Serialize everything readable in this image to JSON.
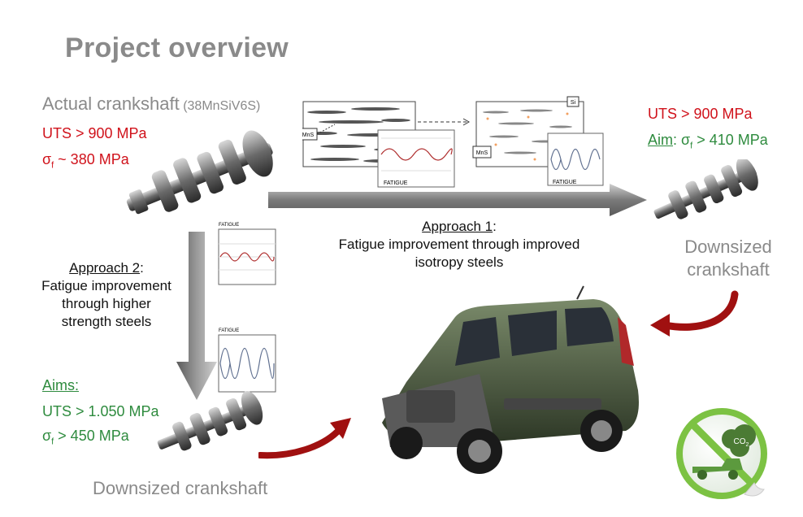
{
  "title": "Project overview",
  "actual": {
    "label": "Actual crankshaft",
    "material": "(38MnSiV6S)",
    "uts": "UTS > 900 MPa",
    "sigma_sym": "σ",
    "sigma_sub": "f",
    "sigma_rest": " ~ 380 MPa"
  },
  "right_spec": {
    "uts": "UTS > 900 MPa",
    "aim_word": "Aim",
    "sigma_sym": ": σ",
    "sigma_sub": "f",
    "sigma_rest": " > 410 MPa"
  },
  "approach1": {
    "heading": "Approach 1",
    "colon": ":",
    "line1": "Fatigue improvement through improved",
    "line2": "isotropy steels"
  },
  "approach2": {
    "heading": "Approach 2",
    "colon": ":",
    "line1": "Fatigue improvement",
    "line2": "through higher",
    "line3": "strength steels"
  },
  "aims": {
    "heading": "Aims:",
    "uts": "UTS > 1.050 MPa",
    "sigma_sym": "σ",
    "sigma_sub": "f",
    "sigma_rest": " > 450 MPa"
  },
  "downsized_right": {
    "line1": "Downsized",
    "line2": "crankshaft"
  },
  "downsized_bottom": "Downsized crankshaft",
  "micro": {
    "mns": "MnS",
    "si": "Si",
    "fatigue": "FATIGUE"
  },
  "co2": {
    "text": "CO",
    "sub": "2"
  },
  "colors": {
    "red": "#d0121b",
    "green": "#2e8b3e",
    "grey": "#8a8a8a",
    "arrow_red": "#a01010"
  }
}
